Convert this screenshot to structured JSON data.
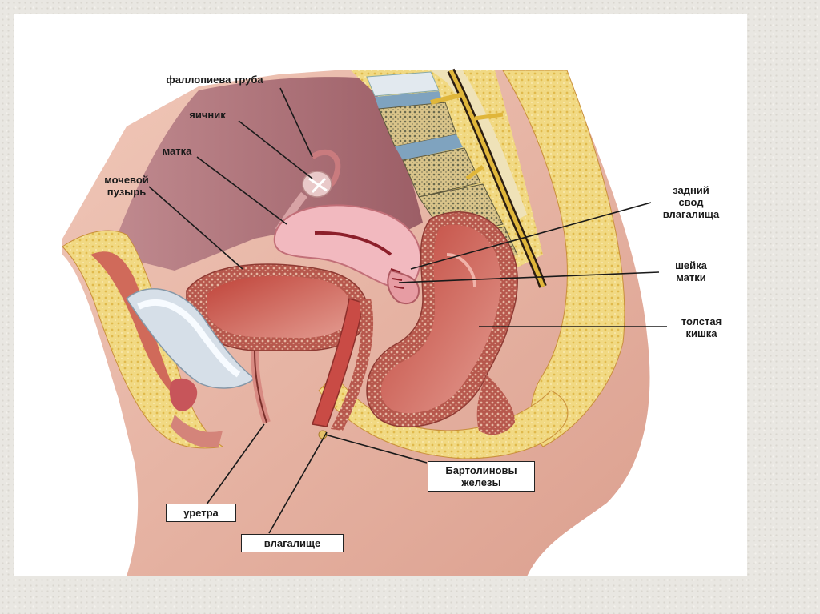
{
  "labels": {
    "fallopian_tube": "фаллопиева труба",
    "ovary": "яичник",
    "uterus": "матка",
    "bladder": "мочевой\nпузырь",
    "posterior_fornix": "задний\nсвод\nвлагалища",
    "cervix": "шейка\nматки",
    "colon": "толстая\nкишка",
    "bartholin": "Бартолиновы\nжелезы",
    "urethra": "уретра",
    "vagina": "влагалище"
  },
  "colors": {
    "skin": "#e9b8a9",
    "skin_dark": "#c98f80",
    "fat": "#f1d983",
    "muscle": "#c24a3f",
    "organ_wall": "#b2534a",
    "uterus": "#f2b9bf",
    "cavity": "#d37d76",
    "bone": "#e7d6a2",
    "disc": "#9fb9c9",
    "nerve": "#e0b63a",
    "bladder_lining": "#b4cde2"
  }
}
